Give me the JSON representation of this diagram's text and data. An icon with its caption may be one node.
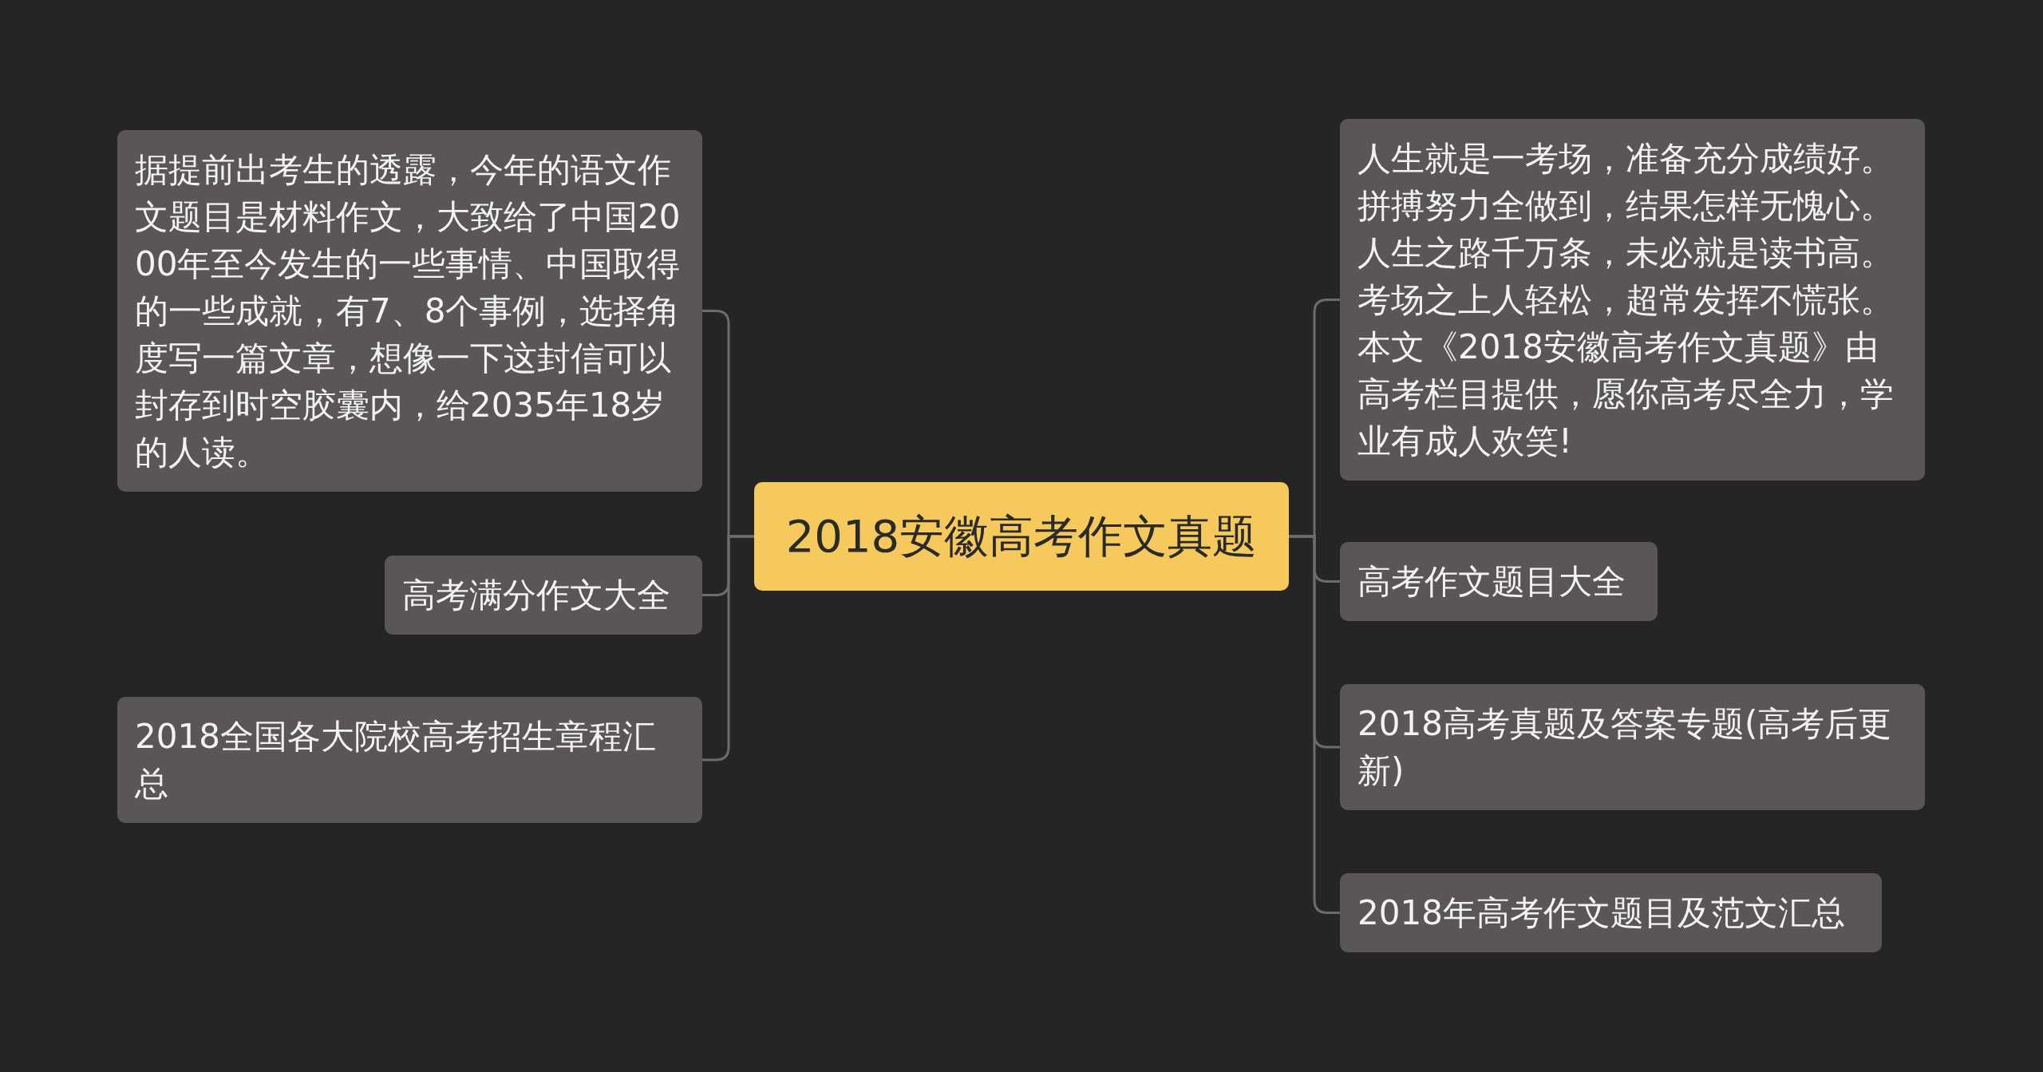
{
  "diagram": {
    "nodes": [
      {
        "text": [
          "2018安徽高考作文真题"
        ]
      },
      {
        "text": [
          "据提前出考生的透露，今年的语文作文题目是材料作文，大致给了中国2000年至今发生的一些事情、中国取得的一些成就，有7、8个事例，选择角度写一篇文章，想像一下这封信可以封存到时空胶囊内，给2035年18岁的人读。"
        ]
      },
      {
        "text": [
          "高考满分作文大全"
        ]
      },
      {
        "text": [
          "2018全国各大院校高考招生章程汇总"
        ]
      },
      {
        "text": [
          "人生就是一考场，准备充分成绩好。拼搏努力全做到，结果怎样无愧心。人生之路千万条，未必就是读书高。考场之上人轻松，超常发挥不慌张。本文《2018安徽高考作文真题》由高考栏目提供，愿你高考尽全力，学业有成人欢笑!"
        ]
      },
      {
        "text": [
          "高考作文题目大全"
        ]
      },
      {
        "text": [
          "2018高考真题及答案专题(高考后更新)"
        ]
      },
      {
        "text": [
          "2018年高考作文题目及范文汇总"
        ]
      }
    ],
    "edges": [
      {
        "from": 0,
        "to": 1,
        "arrow": "none"
      },
      {
        "from": 0,
        "to": 2,
        "arrow": "none"
      },
      {
        "from": 0,
        "to": 3,
        "arrow": "none"
      },
      {
        "from": 0,
        "to": 4,
        "arrow": "none"
      },
      {
        "from": 0,
        "to": 5,
        "arrow": "none"
      },
      {
        "from": 0,
        "to": 6,
        "arrow": "none"
      },
      {
        "from": 0,
        "to": 7,
        "arrow": "none"
      }
    ]
  }
}
